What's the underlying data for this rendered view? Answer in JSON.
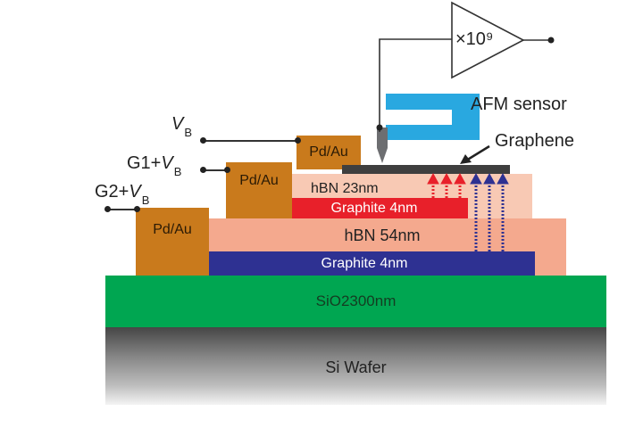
{
  "amplifier": {
    "gain_label": "×10⁹"
  },
  "afm": {
    "label": "AFM sensor"
  },
  "graphene": {
    "label": "Graphene"
  },
  "terminals": {
    "vb": {
      "main": "V",
      "sub": "B"
    },
    "g1": {
      "prefix": "G1+",
      "main": "V",
      "sub": "B"
    },
    "g2": {
      "prefix": "G2+",
      "main": "V",
      "sub": "B"
    }
  },
  "contacts": [
    {
      "label": "Pd/Au"
    },
    {
      "label": "Pd/Au"
    },
    {
      "label": "Pd/Au"
    }
  ],
  "layers": {
    "hbn_top": "hBN 23nm",
    "graphite_top": "Graphite 4nm",
    "hbn_bottom": "hBN 54nm",
    "graphite_bottom": "Graphite 4nm",
    "sio2": "SiO2300nm",
    "si": "Si Wafer"
  },
  "colors": {
    "contact": "#c97a1c",
    "hbn_top": "#f8c9b4",
    "hbn_bottom": "#f4a98e",
    "graphite_top": "#e8202a",
    "graphite_bottom": "#2e3192",
    "sio2": "#00a651",
    "afm": "#29a8e0",
    "graphene": "#3f3f3f"
  }
}
